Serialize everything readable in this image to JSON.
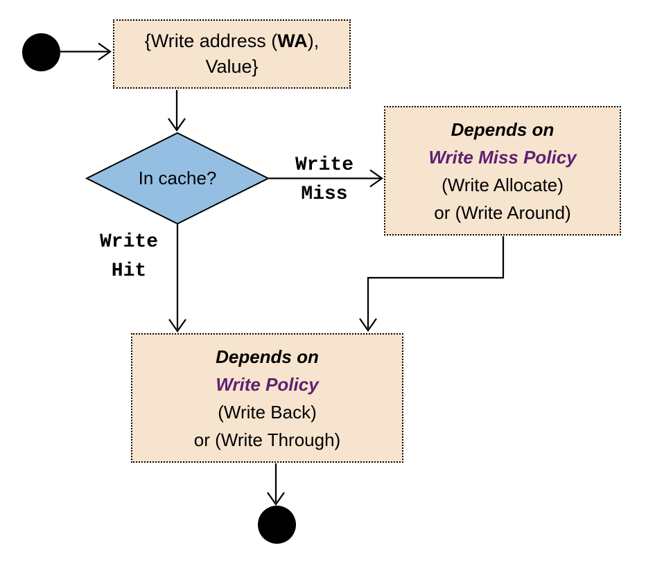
{
  "colors": {
    "box_fill": "#F7E4CE",
    "box_border": "#000000",
    "diamond_fill": "#94BFE2",
    "diamond_border": "#000000",
    "purple_text": "#5E2173",
    "text": "#000000",
    "line": "#000000",
    "background": "#FFFFFF"
  },
  "nodes": {
    "start": {
      "type": "initial-state"
    },
    "input": {
      "line1_prefix": "{Write address (",
      "line1_bold": "WA",
      "line1_suffix": "),",
      "line2": "Value}"
    },
    "decision": {
      "label": "In cache?"
    },
    "miss_policy": {
      "line1": "Depends on",
      "line2": "Write Miss Policy",
      "line3": "(Write Allocate)",
      "line4": "or (Write Around)"
    },
    "write_policy": {
      "line1": "Depends on",
      "line2": "Write Policy",
      "line3": "(Write Back)",
      "line4": "or (Write Through)"
    },
    "end": {
      "type": "final-state"
    }
  },
  "edge_labels": {
    "write_miss": {
      "line1": "Write",
      "line2": "Miss"
    },
    "write_hit": {
      "line1": "Write",
      "line2": "Hit"
    }
  }
}
